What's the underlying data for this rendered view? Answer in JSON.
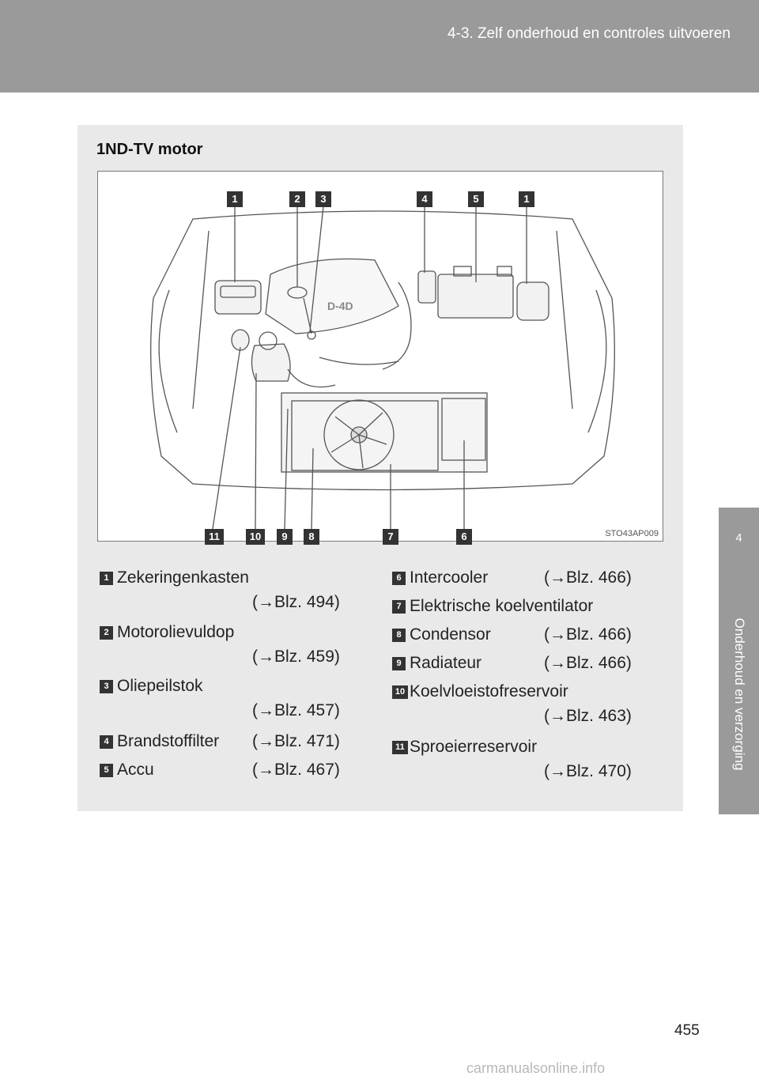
{
  "header": {
    "section_title": "4-3. Zelf onderhoud en controles uitvoeren"
  },
  "side_tab": {
    "chapter_number": "4",
    "chapter_label": "Onderhoud en verzorging"
  },
  "content": {
    "title": "1ND-TV motor",
    "figure": {
      "code": "STO43AP009",
      "engine_cover_text": "D-4D",
      "top_callouts": [
        "1",
        "2",
        "3",
        "4",
        "5",
        "1"
      ],
      "bottom_callouts": [
        "11",
        "10",
        "9",
        "8",
        "7",
        "6"
      ]
    },
    "legend_left": [
      {
        "num": "1",
        "label": "Zekeringenkasten",
        "ref": "(→Blz. 494)"
      },
      {
        "num": "2",
        "label": "Motorolievuldop",
        "ref": "(→Blz. 459)"
      },
      {
        "num": "3",
        "label": "Oliepeilstok",
        "ref": "(→Blz. 457)"
      },
      {
        "num": "4",
        "label": "Brandstoffilter",
        "ref": "(→Blz. 471)"
      },
      {
        "num": "5",
        "label": "Accu",
        "ref": "(→Blz. 467)"
      }
    ],
    "legend_right": [
      {
        "num": "6",
        "label": "Intercooler",
        "ref": "(→Blz. 466)"
      },
      {
        "num": "7",
        "label": "Elektrische koelventilator",
        "ref": ""
      },
      {
        "num": "8",
        "label": "Condensor",
        "ref": "(→Blz. 466)"
      },
      {
        "num": "9",
        "label": "Radiateur",
        "ref": "(→Blz. 466)"
      },
      {
        "num": "10",
        "label": "Koelvloeistofreservoir",
        "ref": "(→Blz. 463)"
      },
      {
        "num": "11",
        "label": "Sproeierreservoir",
        "ref": "(→Blz. 470)"
      }
    ]
  },
  "page_number": "455",
  "watermark": "carmanualsonline.info",
  "colors": {
    "header_band": "#9a9a9a",
    "content_box": "#e9e9e9",
    "badge": "#333333"
  }
}
